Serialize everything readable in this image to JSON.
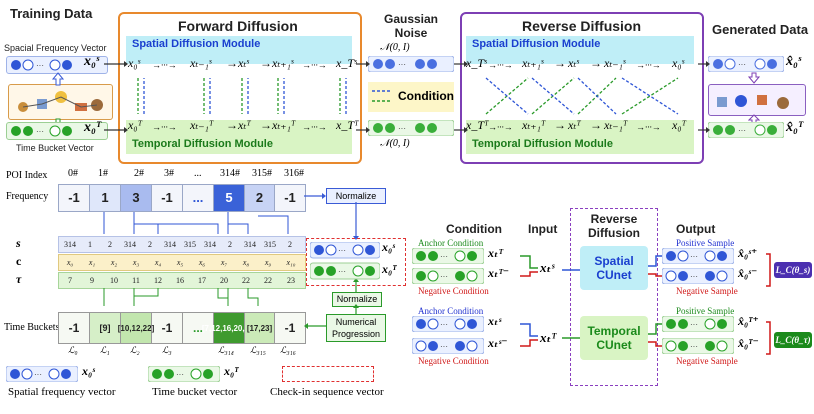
{
  "top": {
    "training_data": "Training Data",
    "forward_diffusion": "Forward Diffusion",
    "gaussian_noise": "Gaussian Noise",
    "gaussian_formula": "𝒩(0, I)",
    "reverse_diffusion": "Reverse Diffusion",
    "generated_data": "Generated Data",
    "spatial_vector_label": "Spacial Frequency Vector",
    "time_bucket_vector_label": "Time Bucket Vector",
    "spatial_module": "Spatial Diffusion Module",
    "temporal_module": "Temporal Diffusion Module",
    "condition": "Condition",
    "x0s": "x₀ˢ",
    "x0t": "x₀ᵀ",
    "xhat0s": "x̂₀ˢ",
    "xhat0t": "x̂₀ᵀ",
    "fwd_spatial_chain": [
      "x₀ˢ",
      "xₜ₋₁ˢ",
      "xₜˢ",
      "xₜ₊₁ˢ",
      "x_Tˢ"
    ],
    "fwd_temporal_chain": [
      "x₀ᵀ",
      "xₜ₋₁ᵀ",
      "xₜᵀ",
      "xₜ₊₁ᵀ",
      "x_Tᵀ"
    ],
    "rev_spatial_chain": [
      "x_Tˢ",
      "xₜ₊₁ˢ",
      "xₜˢ",
      "xₜ₋₁ˢ",
      "x₀ˢ"
    ],
    "rev_temporal_chain": [
      "x_Tᵀ",
      "xₜ₊₁ᵀ",
      "xₜᵀ",
      "xₜ₋₁ᵀ",
      "x₀ᵀ"
    ]
  },
  "left": {
    "poi_index_label": "POI Index",
    "poi_indices": [
      "0#",
      "1#",
      "2#",
      "3#",
      "...",
      "314#",
      "315#",
      "316#"
    ],
    "frequency_label": "Frequency",
    "frequency_values": [
      "-1",
      "1",
      "3",
      "-1",
      "...",
      "5",
      "2",
      "-1"
    ],
    "normalize": "Normalize",
    "row_s": "s",
    "row_c": "c",
    "row_tau": "τ",
    "seq_s": [
      "314",
      "1",
      "2",
      "314",
      "2",
      "314",
      "315",
      "314",
      "2",
      "314",
      "315",
      "2"
    ],
    "seq_c": [
      "x₀",
      "x₁",
      "x₂",
      "x₃",
      "x₄",
      "x₅",
      "x₆",
      "x₇",
      "x₈",
      "x₉",
      "x₁₀"
    ],
    "seq_tau": [
      "7",
      "9",
      "10",
      "11",
      "12",
      "16",
      "17",
      "20",
      "22",
      "22",
      "23"
    ],
    "time_buckets_label": "Time Buckets",
    "bucket_values": [
      "-1",
      "[9]",
      "[10,12,22]",
      "-1",
      "...",
      "[7,12,16,20,22]",
      "[17,23]",
      "-1"
    ],
    "bucket_labels": [
      "ℒ₀",
      "ℒ₁",
      "ℒ₂",
      "ℒ₃",
      "ℒ₃₁₄",
      "ℒ₃₁₅",
      "ℒ₃₁₆"
    ],
    "numerical_progression": "Numerical Progression",
    "legend_spatial": "Spatial frequency vector",
    "legend_time": "Time bucket vector",
    "legend_checkin": "Check-in sequence vector"
  },
  "right": {
    "condition_header": "Condition",
    "input_header": "Input",
    "reverse_header": "Reverse Diffusion",
    "output_header": "Output",
    "anchor_condition": "Anchor Condition",
    "negative_condition": "Negative Condition",
    "positive_sample": "Positive Sample",
    "negative_sample": "Negative Sample",
    "spatial_cunet": "Spatial CUnet",
    "temporal_cunet": "Temporal CUnet",
    "xts": "xₜˢ",
    "xtt": "xₜᵀ",
    "xts_minus": "xₜˢ⁻",
    "xtt_minus": "xₜᵀ⁻",
    "xts_plus_cond": "xₜᵀ",
    "out_s_plus": "x̂₀ˢ⁺",
    "out_s_minus": "x̂₀ˢ⁻",
    "out_t_plus": "x̂₀ᵀ⁺",
    "out_t_minus": "x̂₀ᵀ⁻",
    "loss_s": "L_C(θ_s)",
    "loss_t": "L_C(θ_τ)"
  },
  "colors": {
    "spatial_blue": "#1a3fcf",
    "temporal_green": "#1b8a1b",
    "forward_border": "#e8892d",
    "reverse_border": "#7d3fb4",
    "negative_red": "#d01818"
  }
}
